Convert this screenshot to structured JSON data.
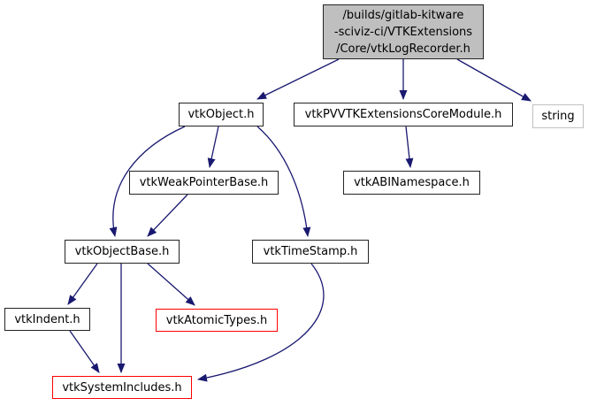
{
  "graph": {
    "colors": {
      "edge": "#191970",
      "node_border": "#242424",
      "current_node_fill": "#bfbfbf",
      "truncated_node_border": "#ff0000",
      "external_node_border": "#c0c0c0",
      "background": "#ffffff",
      "text": "#000000"
    },
    "nodes": [
      {
        "id": "vtkLogRecorder",
        "label": "/builds/gitlab-kitware\n-sciviz-ci/VTKExtensions\n/Core/vtkLogRecorder.h",
        "style": "current"
      },
      {
        "id": "vtkObject",
        "label": "vtkObject.h",
        "style": "normal"
      },
      {
        "id": "vtkPVVTKExtensionsCoreModule",
        "label": "vtkPVVTKExtensionsCoreModule.h",
        "style": "normal"
      },
      {
        "id": "string",
        "label": "string",
        "style": "external"
      },
      {
        "id": "vtkWeakPointerBase",
        "label": "vtkWeakPointerBase.h",
        "style": "normal"
      },
      {
        "id": "vtkABINamespace",
        "label": "vtkABINamespace.h",
        "style": "normal"
      },
      {
        "id": "vtkObjectBase",
        "label": "vtkObjectBase.h",
        "style": "normal"
      },
      {
        "id": "vtkTimeStamp",
        "label": "vtkTimeStamp.h",
        "style": "normal"
      },
      {
        "id": "vtkIndent",
        "label": "vtkIndent.h",
        "style": "normal"
      },
      {
        "id": "vtkAtomicTypes",
        "label": "vtkAtomicTypes.h",
        "style": "truncated"
      },
      {
        "id": "vtkSystemIncludes",
        "label": "vtkSystemIncludes.h",
        "style": "truncated"
      }
    ],
    "edges": [
      {
        "from": "vtkLogRecorder",
        "to": "vtkObject"
      },
      {
        "from": "vtkLogRecorder",
        "to": "vtkPVVTKExtensionsCoreModule"
      },
      {
        "from": "vtkLogRecorder",
        "to": "string"
      },
      {
        "from": "vtkObject",
        "to": "vtkWeakPointerBase"
      },
      {
        "from": "vtkObject",
        "to": "vtkObjectBase"
      },
      {
        "from": "vtkObject",
        "to": "vtkTimeStamp"
      },
      {
        "from": "vtkPVVTKExtensionsCoreModule",
        "to": "vtkABINamespace"
      },
      {
        "from": "vtkWeakPointerBase",
        "to": "vtkObjectBase"
      },
      {
        "from": "vtkObjectBase",
        "to": "vtkIndent"
      },
      {
        "from": "vtkObjectBase",
        "to": "vtkSystemIncludes"
      },
      {
        "from": "vtkObjectBase",
        "to": "vtkAtomicTypes"
      },
      {
        "from": "vtkIndent",
        "to": "vtkSystemIncludes"
      },
      {
        "from": "vtkTimeStamp",
        "to": "vtkSystemIncludes"
      }
    ]
  }
}
